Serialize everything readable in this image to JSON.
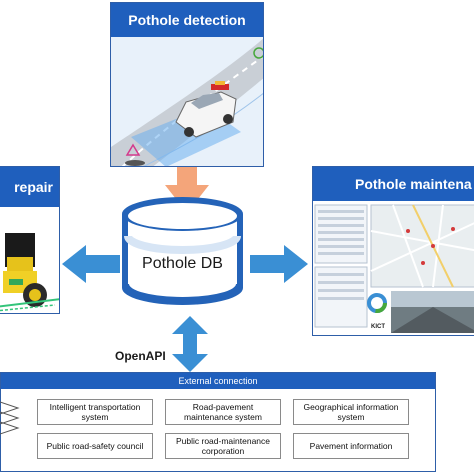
{
  "panels": {
    "detection": {
      "title": "Pothole detection"
    },
    "repair": {
      "title": "repair"
    },
    "maintenance": {
      "title": "Pothole maintena"
    }
  },
  "db": {
    "label": "Pothole DB"
  },
  "openapi": {
    "label": "OpenAPI"
  },
  "external": {
    "header": "External connection",
    "items": [
      "Intelligent transportation system",
      "Road-pavement maintenance system",
      "Geographical information system",
      "Public road-safety council",
      "Public road-maintenance corporation",
      "Pavement information"
    ]
  },
  "maintenance_screen": {
    "logo": "KICT"
  },
  "colors": {
    "accent": "#1f5fbd",
    "arrow_blue": "#3a8fd4",
    "arrow_orange": "#f4a57a",
    "db_blue": "#2463b8"
  }
}
